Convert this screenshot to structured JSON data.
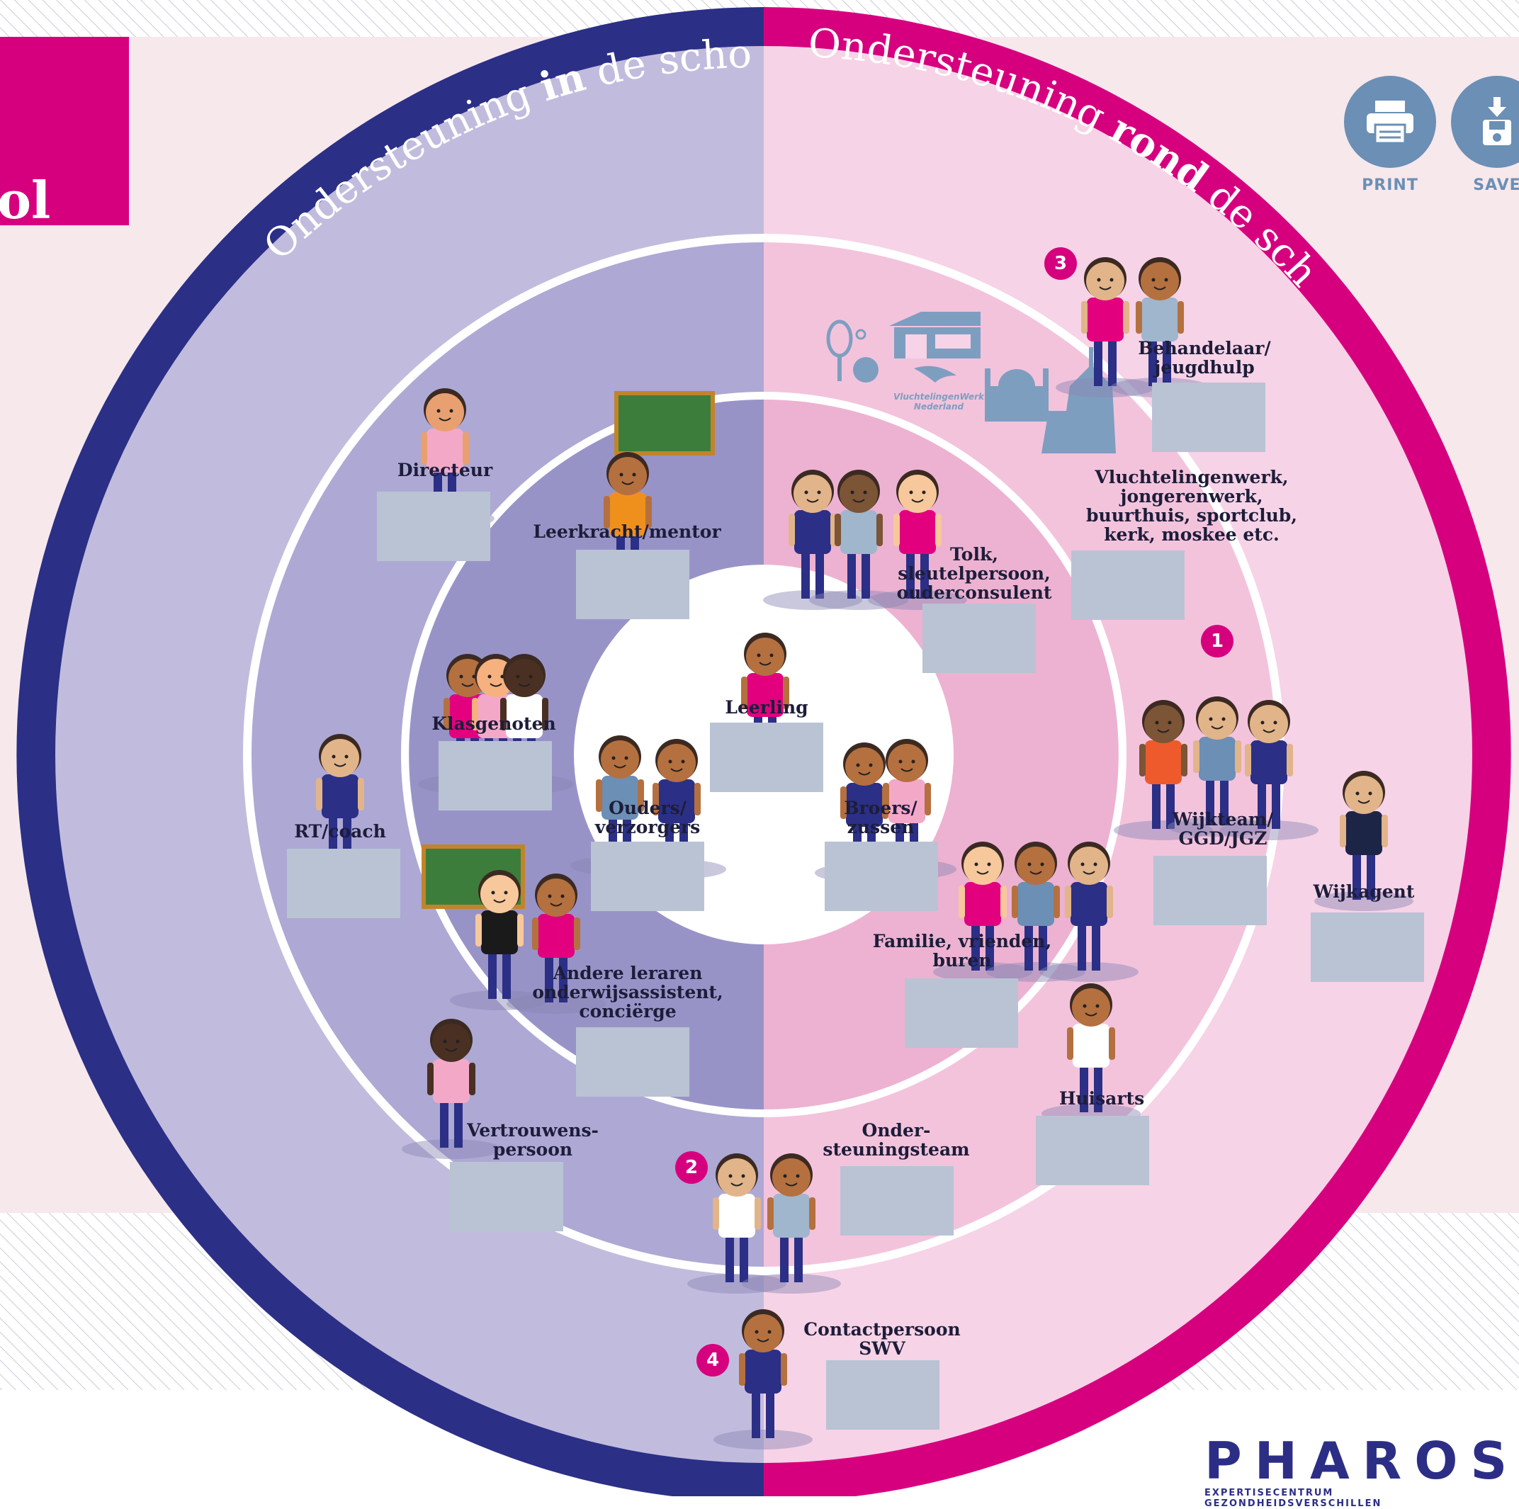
{
  "header": {
    "title_fragment": "ol",
    "ring_left_title": {
      "pre": "Ondersteuning ",
      "bold": "in",
      "post": " de school"
    },
    "ring_right_title": {
      "pre": "Ondersteuning ",
      "bold": "rond",
      "post": " de school"
    }
  },
  "toolbar": {
    "print_label": "PRINT",
    "save_label": "SAVE"
  },
  "colors": {
    "navy": "#2b2f86",
    "magenta": "#d6007f",
    "left_outer": "#c1bcdd",
    "left_mid": "#ada8d4",
    "left_inner": "#9893c7",
    "right_outer": "#f6d3e6",
    "right_mid": "#f3c3dc",
    "right_inner": "#edb2d1",
    "input_box": "#b9c3d4",
    "icon_blue": "#6b8fb5"
  },
  "nodes": [
    {
      "label": "Directeur",
      "badge": ""
    },
    {
      "label": "Leerkracht/mentor",
      "badge": ""
    },
    {
      "label": "Klasgenoten",
      "badge": ""
    },
    {
      "label": "RT/coach",
      "badge": ""
    },
    {
      "label": "Leerling",
      "badge": ""
    },
    {
      "label": "Ouders/\nverzorgers",
      "badge": ""
    },
    {
      "label": "Broers/\nzussen",
      "badge": ""
    },
    {
      "label": "Andere leraren\nonderwijsassistent,\nconciërge",
      "badge": ""
    },
    {
      "label": "Vertrouwens-\npersoon",
      "badge": ""
    },
    {
      "label": "Onder-\nsteuningsteam",
      "badge": "2"
    },
    {
      "label": "Contactpersoon\nSWV",
      "badge": "4"
    },
    {
      "label": "Tolk,\nsleutelpersoon,\nouderconsulent",
      "badge": ""
    },
    {
      "label": "Vluchtelingenwerk,\njongerenwerk,\nbuurthuis, sportclub,\nkerk, moskee etc.",
      "badge": ""
    },
    {
      "label": "Behandelaar/\njeugdhulp",
      "badge": "3"
    },
    {
      "label": "Wijkteam/\nGGD/JGZ",
      "badge": "1"
    },
    {
      "label": "Wijkagent",
      "badge": ""
    },
    {
      "label": "Familie, vrienden,\nburen",
      "badge": ""
    },
    {
      "label": "Huisarts",
      "badge": ""
    }
  ],
  "icons": [
    "tennis-racket-icon",
    "football-icon",
    "community-center-icon",
    "mosque-icon",
    "church-icon"
  ],
  "org_small_text": "VluchtelingenWerk\nNederland",
  "logo": {
    "word": "PHAROS",
    "tagline": "EXPERTISECENTRUM GEZONDHEIDSVERSCHILLEN"
  }
}
